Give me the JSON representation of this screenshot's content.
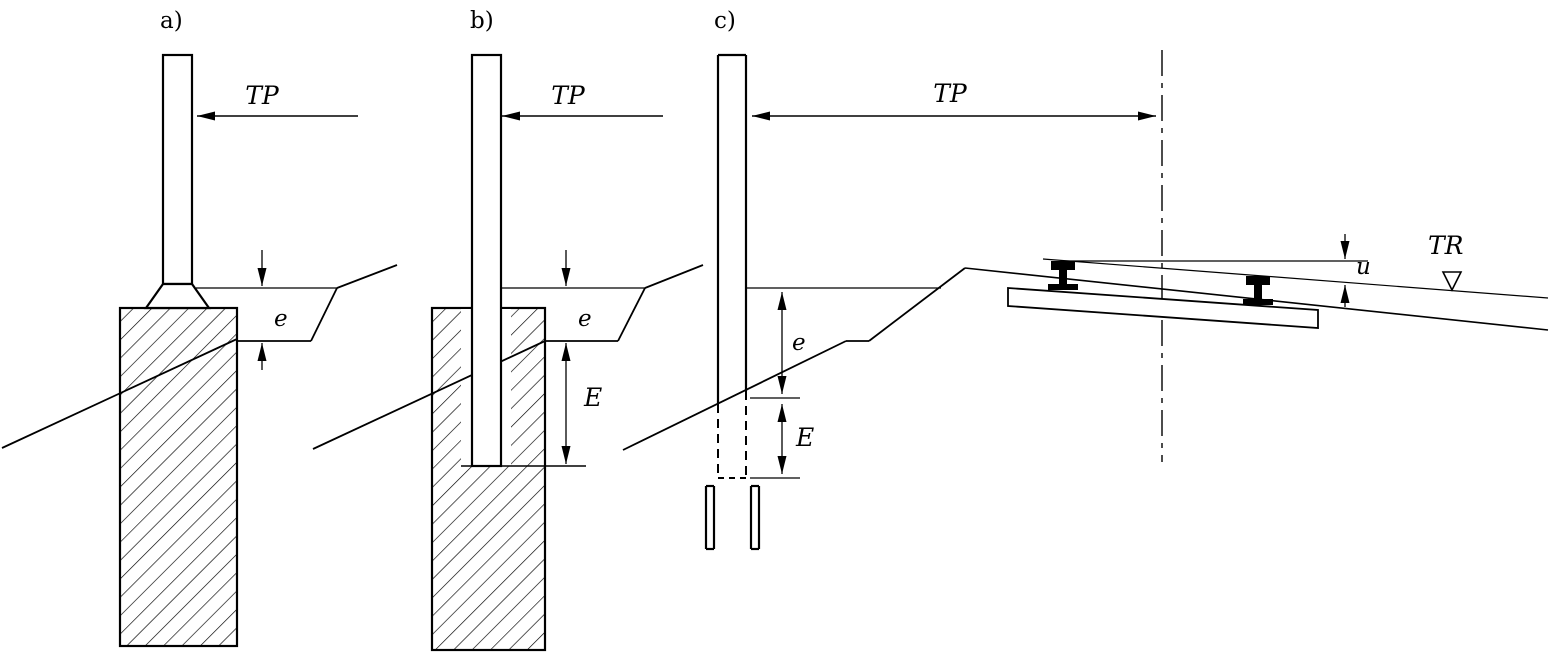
{
  "diagram": {
    "panel_a": {
      "label": "a)",
      "dim_tp": "TP",
      "dim_e": "e"
    },
    "panel_b": {
      "label": "b)",
      "dim_tp": "TP",
      "dim_e": "e",
      "dim_e_upper": "E"
    },
    "panel_c": {
      "label": "c)",
      "dim_tp": "TP",
      "dim_e": "e",
      "dim_e_upper": "E"
    },
    "track": {
      "dim_u": "u",
      "label_tr": "TR"
    }
  },
  "colors": {
    "line": "#000000",
    "background": "#ffffff"
  }
}
